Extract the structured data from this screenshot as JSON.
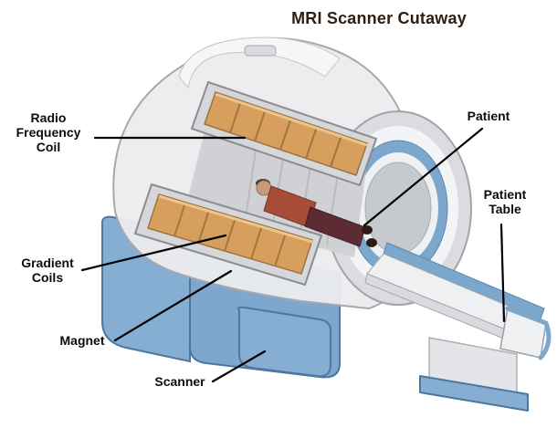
{
  "title": "MRI Scanner Cutaway",
  "labels": {
    "radio_frequency_coil": "Radio\nFrequency\nCoil",
    "patient": "Patient",
    "patient_table": "Patient\nTable",
    "gradient_coils": "Gradient\nCoils",
    "magnet": "Magnet",
    "scanner": "Scanner"
  },
  "colors": {
    "scanner_blue": "#86add2",
    "scanner_blue_dark": "#7da7cf",
    "housing_gray": "#ececef",
    "coil_tan": "#d79f5d",
    "bore_ring_blue": "#7ca7cd",
    "table_trim_blue": "#7ca7cd",
    "label_color": "#0c0c0c",
    "title_color": "#2e1d12"
  }
}
